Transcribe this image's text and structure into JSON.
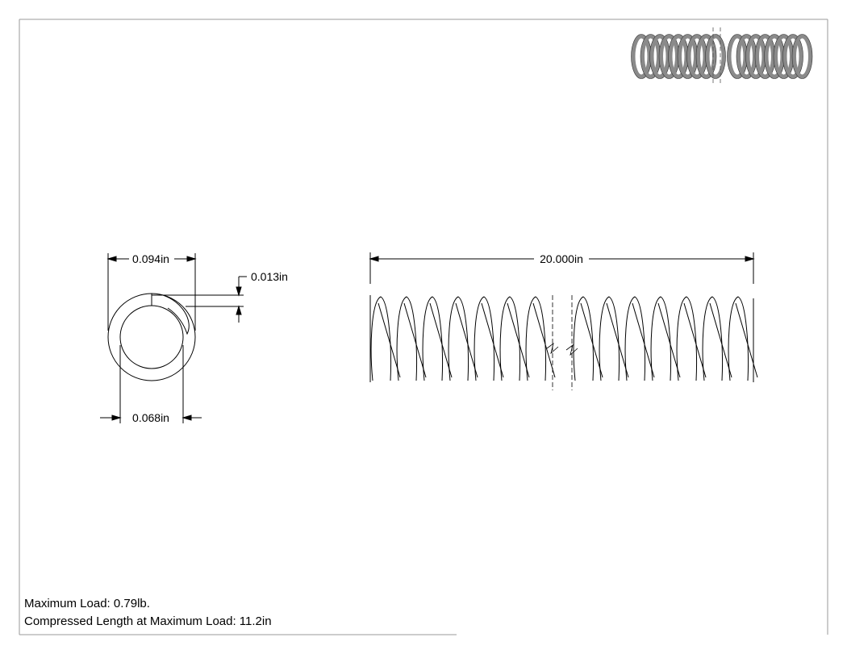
{
  "drawing": {
    "end_view": {
      "outer_diameter_label": "0.094in",
      "inner_diameter_label": "0.068in",
      "wire_diameter_label": "0.013in"
    },
    "side_view": {
      "free_length_label": "20.000in"
    }
  },
  "notes": {
    "max_load": "Maximum Load: 0.79lb.",
    "compressed_length": "Compressed Length at Maximum Load: 11.2in"
  },
  "colors": {
    "line": "#000000",
    "preview_fill": "#8a8a8a",
    "border": "#9a9a9a"
  }
}
